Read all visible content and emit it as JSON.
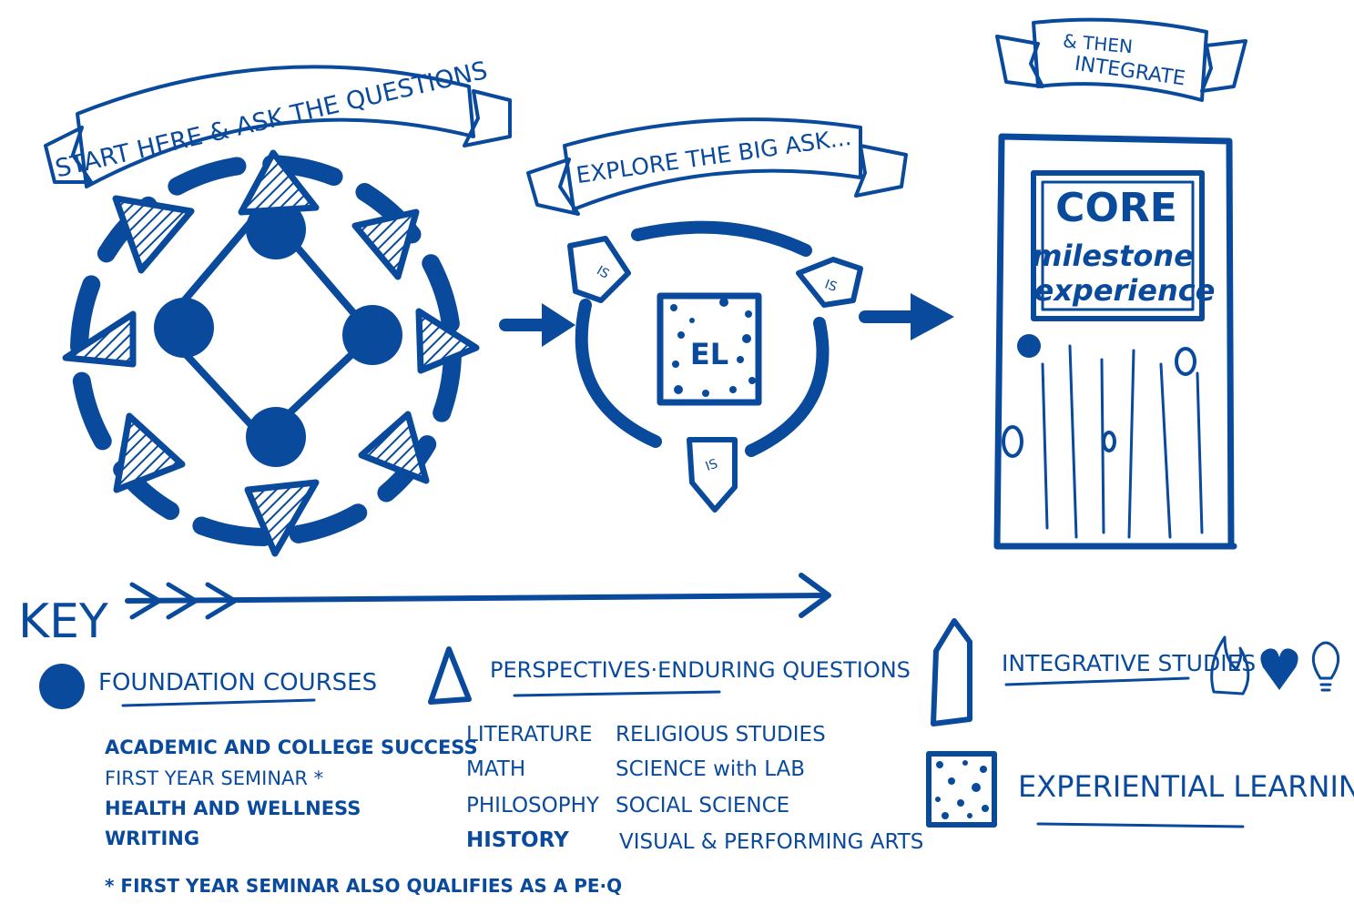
{
  "banners": {
    "start": "START HERE & ASK THE QUESTIONS",
    "explore": "EXPLORE THE BIG ASK...",
    "integrate_line1": "& THEN",
    "integrate_line2": "INTEGRATE"
  },
  "center": {
    "el_label": "EL",
    "is_label": "IS"
  },
  "door": {
    "sign_title": "CORE",
    "sign_line2": "milestone",
    "sign_line3": "experience"
  },
  "key": {
    "title": "KEY",
    "foundation": {
      "heading": "FOUNDATION COURSES",
      "items": [
        "ACADEMIC AND COLLEGE SUCCESS",
        "FIRST YEAR SEMINAR *",
        "HEALTH AND WELLNESS",
        "WRITING"
      ]
    },
    "perspectives": {
      "heading": "PERSPECTIVES·ENDURING QUESTIONS",
      "col1": [
        "LITERATURE",
        "MATH",
        "PHILOSOPHY",
        "HISTORY"
      ],
      "col2": [
        "RELIGIOUS STUDIES",
        "SCIENCE with LAB",
        "SOCIAL SCIENCE",
        "VISUAL & PERFORMING ARTS"
      ]
    },
    "integrative": {
      "heading": "INTEGRATIVE STUDIES"
    },
    "experiential": {
      "heading": "EXPERIENTIAL LEARNING"
    },
    "footnote": "* FIRST YEAR SEMINAR ALSO QUALIFIES AS A PE·Q"
  },
  "colors": {
    "ink": "#0a4a9c",
    "background": "#ffffff"
  }
}
